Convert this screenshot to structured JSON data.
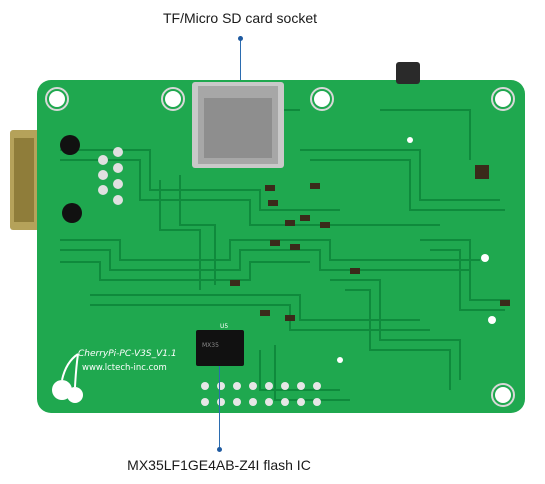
{
  "captions": {
    "top": "TF/Micro SD card socket",
    "bottom": "MX35LF1GE4AB-Z4I flash IC"
  },
  "board": {
    "silkscreen_model": "CherryPi-PC-V3S_V1.1",
    "silkscreen_url": "www.lctech-inc.com",
    "chip_label": "U5",
    "chip_marking": "MX35",
    "colors": {
      "pcb": "#1fa84f",
      "trace": "#0f8a3c",
      "silk": "#ffffff",
      "ic": "#111111"
    }
  }
}
